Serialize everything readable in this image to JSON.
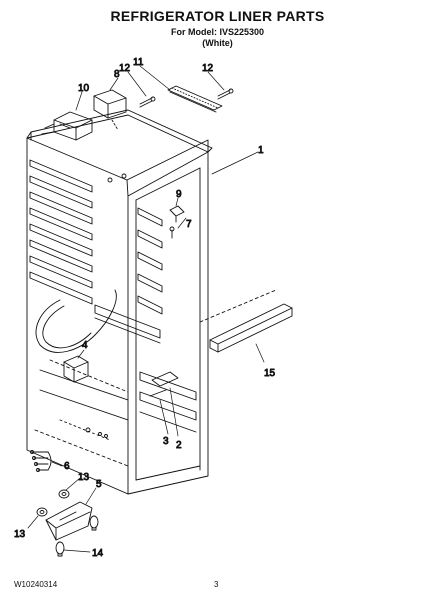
{
  "header": {
    "title": "REFRIGERATOR LINER PARTS",
    "model_line": "For Model: IVS225300",
    "color_line": "(White)"
  },
  "footer": {
    "doc_number": "W10240314",
    "page_number": "3"
  },
  "callouts": {
    "c1": "1",
    "c2": "2",
    "c3": "3",
    "c4": "4",
    "c5": "5",
    "c6": "6",
    "c7": "7",
    "c8": "8",
    "c9": "9",
    "c10": "10",
    "c11": "11",
    "c12a": "12",
    "c12b": "12",
    "c13a": "13",
    "c13b": "13",
    "c14": "14",
    "c15": "15"
  }
}
